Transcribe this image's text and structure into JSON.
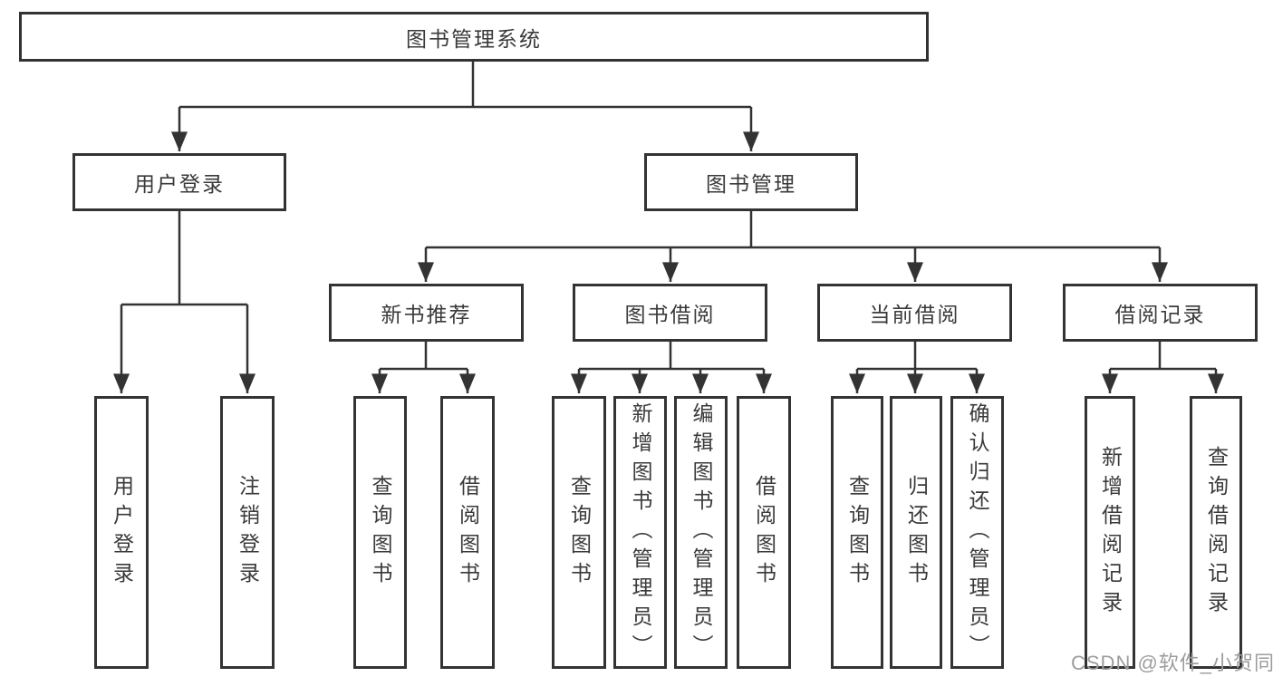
{
  "diagram": {
    "root": {
      "label": "图书管理系统"
    },
    "branches": [
      {
        "label": "用户登录",
        "children": [
          {
            "label": "用户登录"
          },
          {
            "label": "注销登录"
          }
        ]
      },
      {
        "label": "图书管理",
        "groups": [
          {
            "label": "新书推荐",
            "children": [
              {
                "label": "查询图书"
              },
              {
                "label": "借阅图书"
              }
            ]
          },
          {
            "label": "图书借阅",
            "children": [
              {
                "label": "查询图书"
              },
              {
                "label": "新增图书（管理员）"
              },
              {
                "label": "编辑图书（管理员）"
              },
              {
                "label": "借阅图书"
              }
            ]
          },
          {
            "label": "当前借阅",
            "children": [
              {
                "label": "查询图书"
              },
              {
                "label": "归还图书"
              },
              {
                "label": "确认归还（管理员）"
              }
            ]
          },
          {
            "label": "借阅记录",
            "children": [
              {
                "label": "新增借阅记录"
              },
              {
                "label": "查询借阅记录"
              }
            ]
          }
        ]
      }
    ]
  },
  "watermark": {
    "text": "CSDN @软件_小贺同学"
  },
  "colors": {
    "line": "#333333",
    "box_border": "#333333",
    "box_bg": "#ffffff",
    "text": "#3a3a3a",
    "watermark": "#9d9d9d"
  }
}
